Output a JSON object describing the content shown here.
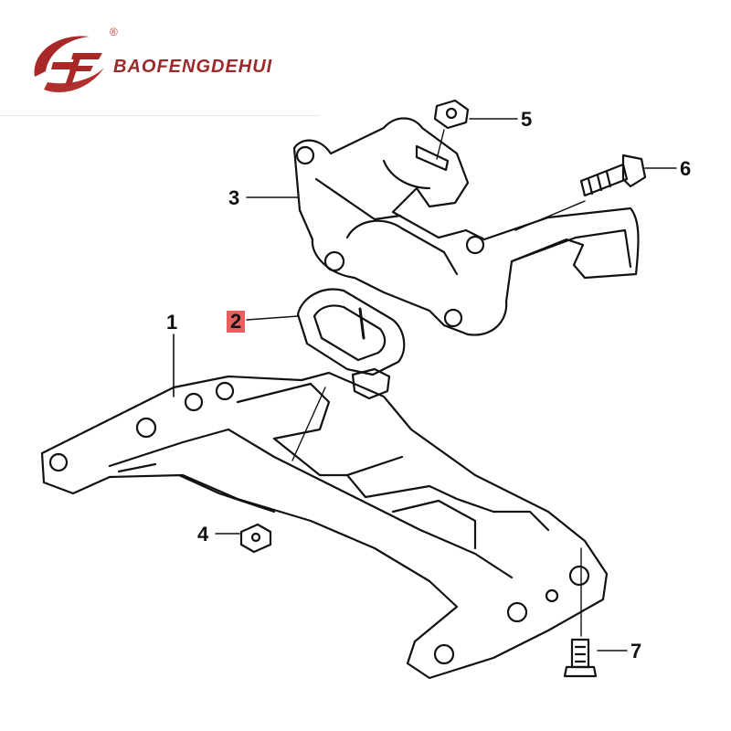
{
  "brand": {
    "name": "BAOFENGDEHUI",
    "registered": "®",
    "logo_icon": "bf-swoosh-logo",
    "color": "#9c2a2a"
  },
  "callouts": [
    {
      "id": "1",
      "label": "1",
      "highlighted": false
    },
    {
      "id": "2",
      "label": "2",
      "highlighted": true,
      "highlight_color": "#e86060"
    },
    {
      "id": "3",
      "label": "3",
      "highlighted": false
    },
    {
      "id": "4",
      "label": "4",
      "highlighted": false
    },
    {
      "id": "5",
      "label": "5",
      "highlighted": false
    },
    {
      "id": "6",
      "label": "6",
      "highlighted": false
    },
    {
      "id": "7",
      "label": "7",
      "highlighted": false
    }
  ],
  "parts": [
    {
      "callout": "1",
      "icon": "crossmember-icon"
    },
    {
      "callout": "2",
      "icon": "rubber-mount-icon"
    },
    {
      "callout": "3",
      "icon": "bracket-icon"
    },
    {
      "callout": "4",
      "icon": "nut-icon"
    },
    {
      "callout": "5",
      "icon": "nut-icon"
    },
    {
      "callout": "6",
      "icon": "bolt-icon"
    },
    {
      "callout": "7",
      "icon": "bolt-icon"
    }
  ]
}
